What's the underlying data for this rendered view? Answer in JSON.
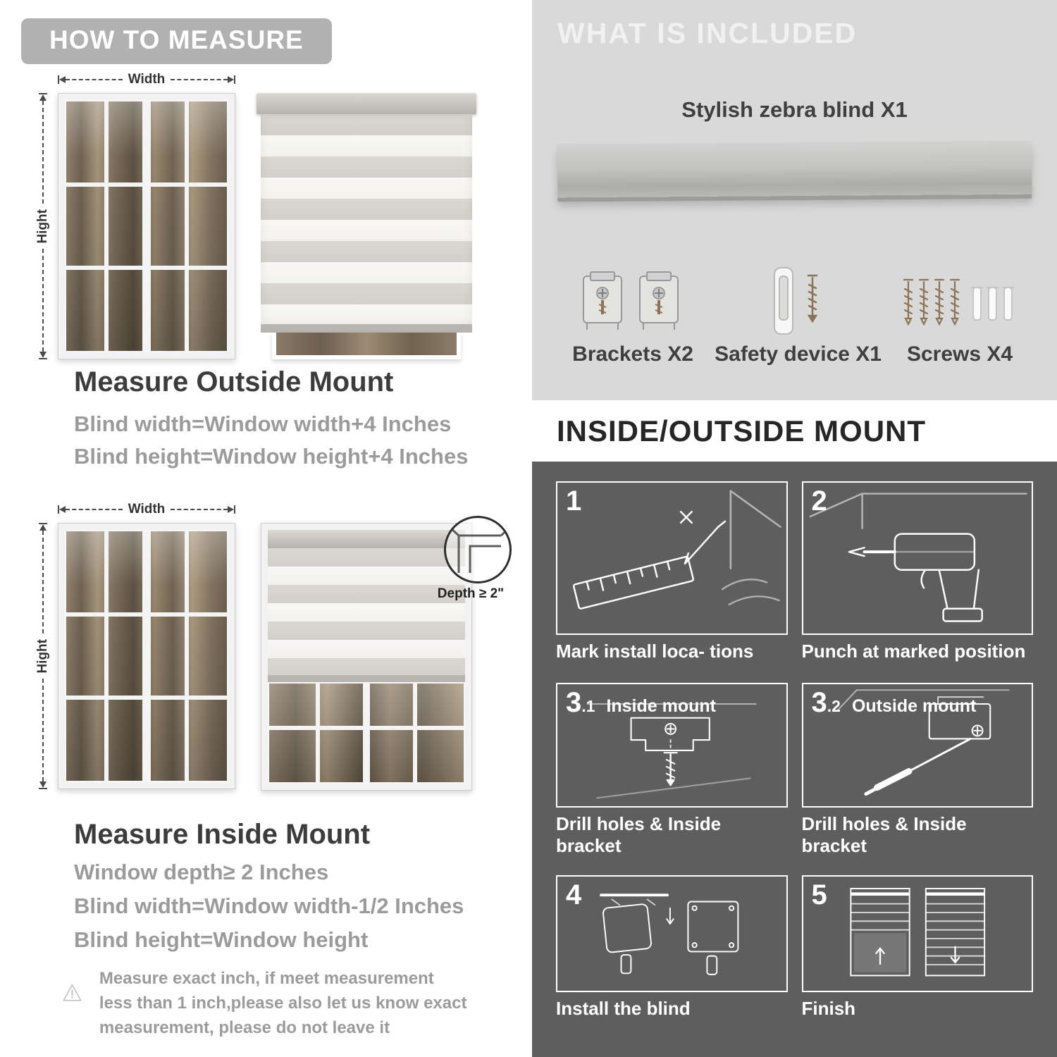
{
  "left": {
    "title": "HOW TO MEASURE",
    "outside": {
      "width_label": "Width",
      "height_label": "Hight",
      "heading": "Measure Outside Mount",
      "lines": [
        "Blind width=Window width+4 Inches",
        "Blind height=Window height+4 Inches"
      ]
    },
    "inside": {
      "width_label": "Width",
      "height_label": "Hight",
      "depth_label": "Depth ≥ 2\"",
      "heading": "Measure Inside Mount",
      "lines": [
        "Window depth≥ 2 Inches",
        "Blind width=Window width-1/2 Inches",
        "Blind height=Window height"
      ]
    },
    "warning": "Measure exact inch, if meet measurement less than 1 inch,please also let us know exact measurement, please do not leave it"
  },
  "right": {
    "included": {
      "title": "WHAT IS INCLUDED",
      "product_label": "Stylish zebra blind X1",
      "items": [
        {
          "label": "Brackets X2"
        },
        {
          "label": "Safety device X1"
        },
        {
          "label": "Screws X4"
        }
      ]
    },
    "mount": {
      "title": "INSIDE/OUTSIDE MOUNT",
      "steps": [
        {
          "num": "1",
          "sub": "",
          "label": "",
          "caption": "Mark install loca- tions"
        },
        {
          "num": "2",
          "sub": "",
          "label": "",
          "caption": "Punch at  marked position"
        },
        {
          "num": "3",
          "sub": ".1",
          "label": "Inside mount",
          "caption": "Drill holes &  Inside bracket"
        },
        {
          "num": "3",
          "sub": ".2",
          "label": "Outside mount",
          "caption": "Drill holes &  Inside bracket"
        },
        {
          "num": "4",
          "sub": "",
          "label": "",
          "caption": "Install the blind"
        },
        {
          "num": "5",
          "sub": "",
          "label": "",
          "caption": "Finish"
        }
      ]
    }
  },
  "colors": {
    "title_pill_bg": "#b1b1b1",
    "included_panel_bg": "#d9d9d9",
    "mount_panel_bg": "#5e5e5e",
    "heading_text": "#3c3c3c",
    "body_text": "#9b9b9b",
    "white": "#ffffff"
  }
}
